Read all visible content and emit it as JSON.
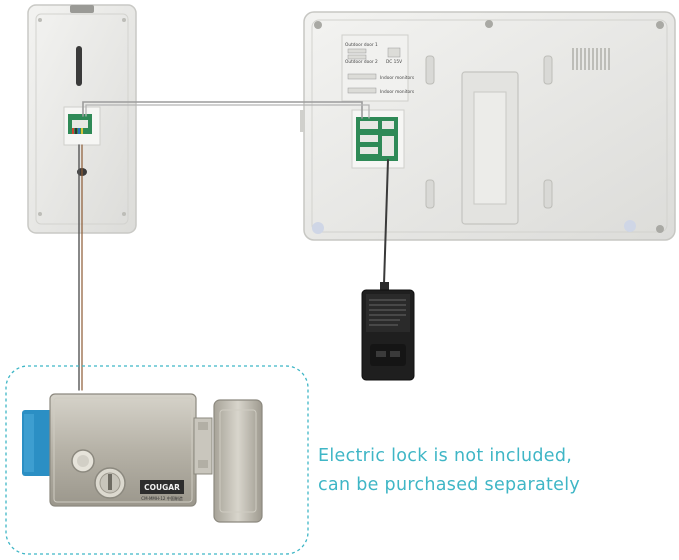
{
  "scene": {
    "monitor": {
      "port_labels": [
        "Outdoor door 1",
        "Outdoor door 2",
        "DC 15V",
        "Indoor monitors",
        "Indoor monitors"
      ]
    },
    "lock": {
      "brand": "COUGAR",
      "model_text": "CM-MMH-12 中国制造"
    },
    "note": {
      "line1": "Electric lock is not included,",
      "line2": "can be purchased separately"
    },
    "colors": {
      "accent": "#3fb6c6",
      "plastic": "#e9e9e7",
      "lock_steel": "#b9b6ac",
      "lock_blue_bolt": "#2b8fc4",
      "adapter": "#1f1f1f",
      "pcb_green": "#2f8a57"
    }
  }
}
